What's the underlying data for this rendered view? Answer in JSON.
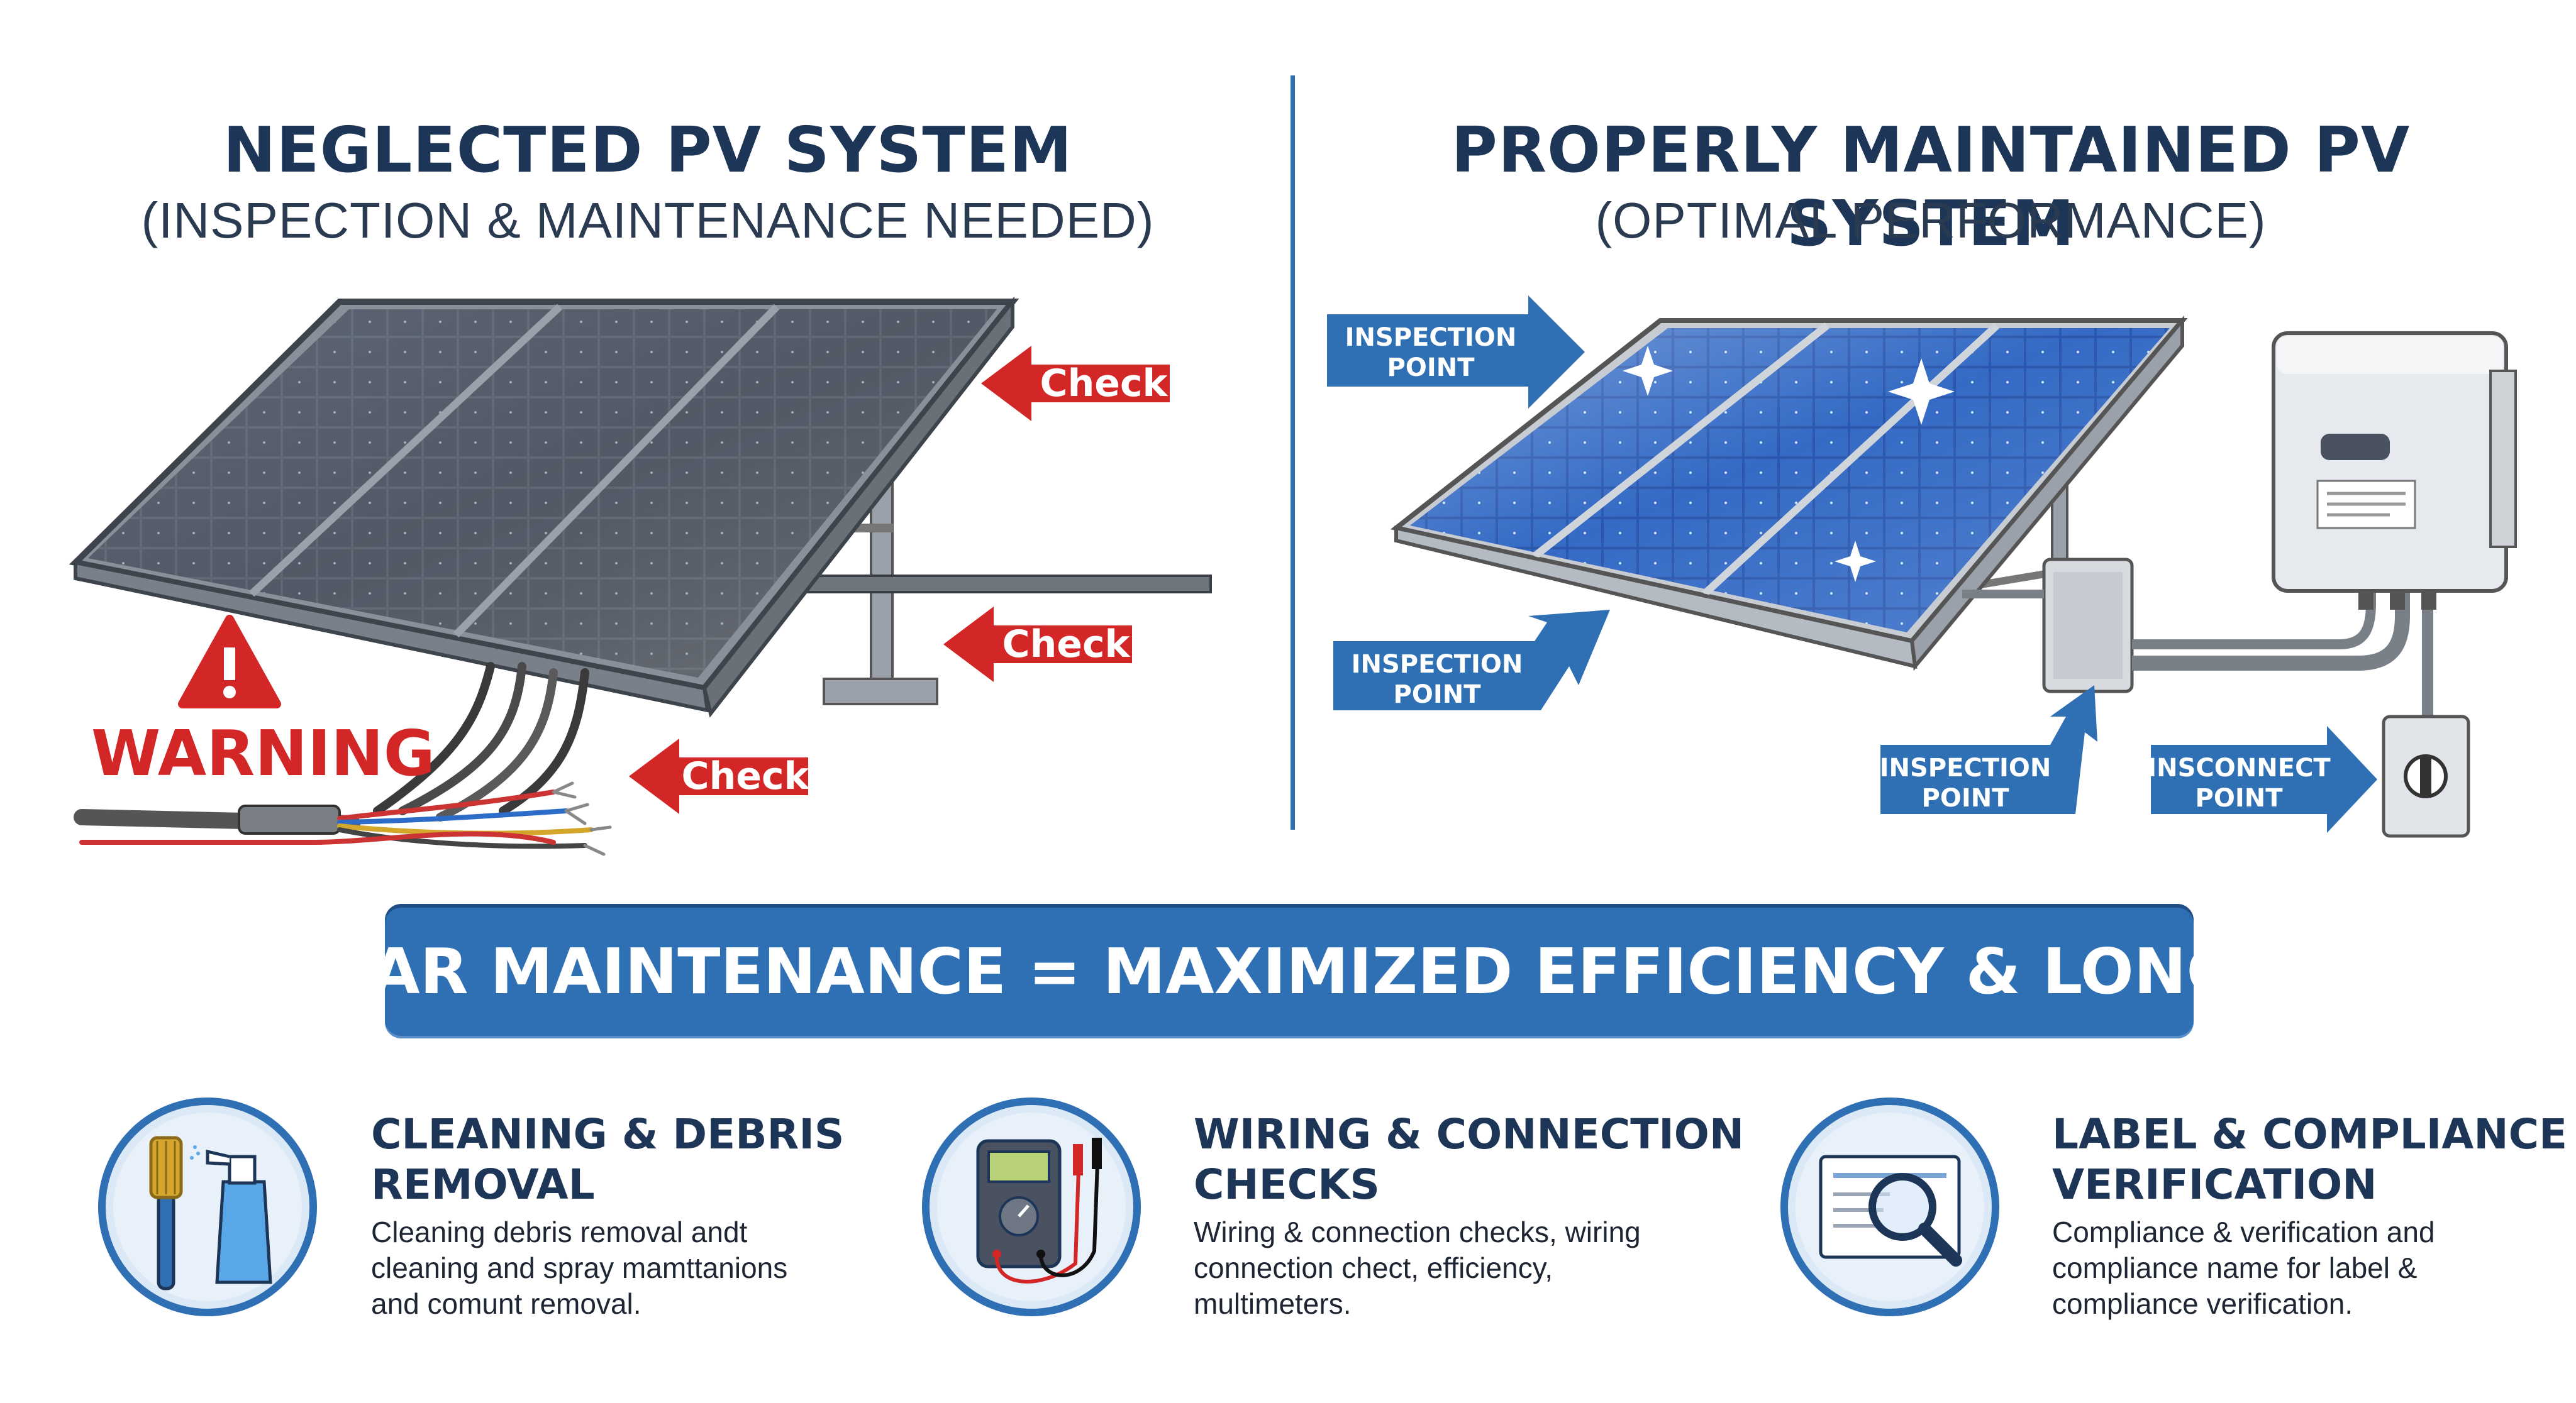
{
  "left": {
    "title": "NEGLECTED PV SYSTEM",
    "subtitle": "(INSPECTION & MAINTENANCE NEEDED)",
    "callouts": [
      "Check",
      "Check",
      "Check"
    ],
    "warning": "WARNING"
  },
  "right": {
    "title": "PROPERLY MAINTAINED PV SYSTEM",
    "subtitle": "(OPTIMAL PERFORMANCE)",
    "callouts": [
      {
        "line1": "INSPECTION",
        "line2": "POINT"
      },
      {
        "line1": "INSPECTION",
        "line2": "POINT"
      },
      {
        "line1": "INSPECTION",
        "line2": "POINT"
      },
      {
        "line1": "INSCONNECT",
        "line2": "POINT"
      }
    ]
  },
  "banner": "REGULAR MAINTENANCE = MAXIMIZED EFFICIENCY & LONGEVITY",
  "features": [
    {
      "icon": "cleaning-icon",
      "title_line1": "CLEANING & DEBRIS",
      "title_line2": "REMOVAL",
      "desc_line1": "Cleaning debris removal andt",
      "desc_line2": "cleaning and spray mamttanions",
      "desc_line3": "and comunt removal."
    },
    {
      "icon": "multimeter-icon",
      "title_line1": "WIRING & CONNECTION",
      "title_line2": "CHECKS",
      "desc_line1": "Wiring & connection checks, wiring",
      "desc_line2": "connection chect, efficiency,",
      "desc_line3": "multimeters."
    },
    {
      "icon": "magnifier-document-icon",
      "title_line1": "LABEL & COMPLIANCE",
      "title_line2": "VERIFICATION",
      "desc_line1": "Compliance & verification and",
      "desc_line2": "compliance name for label &",
      "desc_line3": "compliance verification."
    }
  ],
  "colors": {
    "navy": "#1d3557",
    "blue": "#2f6fb3",
    "red": "#d32626",
    "panel_blue": "#2a5db0",
    "panel_dirty": "#5b6678"
  }
}
